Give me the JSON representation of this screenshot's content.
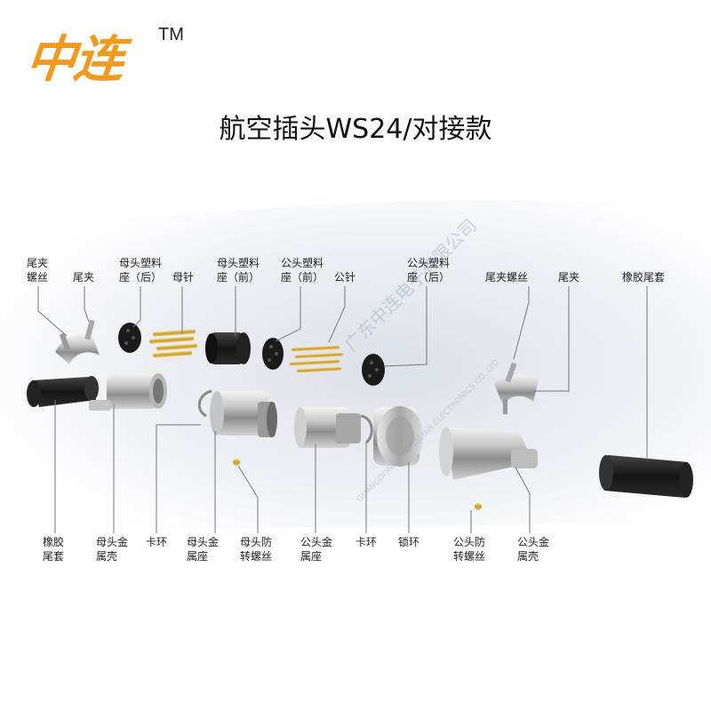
{
  "brand": {
    "logo_text": "中连",
    "trademark": "TM",
    "logo_color": "#f39a1e"
  },
  "title": "航空插头WS24/对接款",
  "watermark": {
    "text": "广东中连电子有限公司",
    "subtext": "GUANGDONG ZHONGLIAN ELECTRONICS CO.,LTD"
  },
  "labels_top": {
    "tail_clamp_screw_left": "尾夹\n螺丝",
    "tail_clamp_left": "尾夹",
    "female_plastic_rear": "母头塑料\n座（后）",
    "female_pin": "母针",
    "female_plastic_front": "母头塑料\n座（前）",
    "male_plastic_front": "公头塑料\n座（前）",
    "male_pin": "公针",
    "male_plastic_rear": "公头塑料\n座（后）",
    "tail_clamp_screw_right": "尾夹螺丝",
    "tail_clamp_right": "尾夹",
    "rubber_tail_sleeve_right": "橡胶尾套"
  },
  "labels_bottom": {
    "rubber_tail_sleeve_left": "橡胶\n尾套",
    "female_metal_shell": "母头金\n属壳",
    "clip_ring_left": "卡环",
    "female_metal_base": "母头金\n属座",
    "female_anti_rotation_screw": "母头防\n转螺丝",
    "male_metal_base": "公头金\n属座",
    "clip_ring_right": "卡环",
    "lock_ring": "锁环",
    "male_anti_rotation_screw": "公头防\n转螺丝",
    "male_metal_shell": "公头金\n属壳"
  }
}
